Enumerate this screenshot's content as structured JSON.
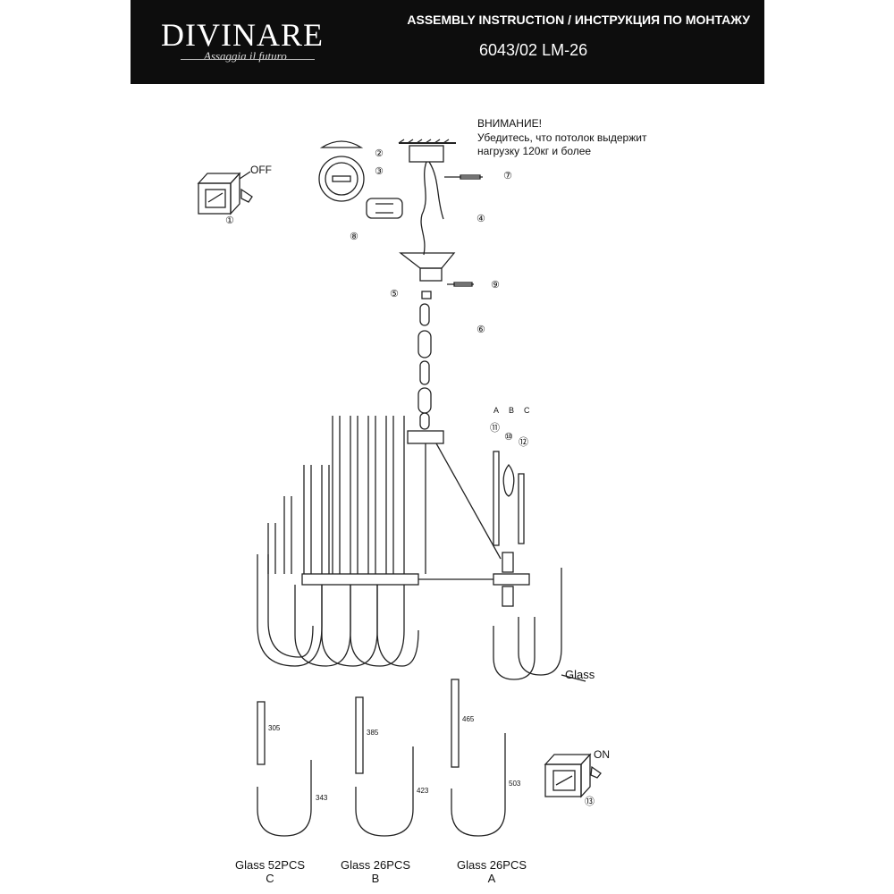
{
  "header": {
    "brand": "DIVINARE",
    "slogan": "Assaggia il futuro",
    "title": "ASSEMBLY INSTRUCTION / ИНСТРУКЦИЯ ПО МОНТАЖУ",
    "model": "6043/02 LM-26"
  },
  "warning": {
    "title": "ВНИМАНИЕ!",
    "line1": "Убедитесь, что потолок выдержит",
    "line2": "нагрузку 120кг и более"
  },
  "switch_off": {
    "label": "OFF",
    "step": "①"
  },
  "switch_on": {
    "label": "ON",
    "step": "⑬"
  },
  "steps": {
    "s2": "②",
    "s3": "③",
    "s4": "④",
    "s5": "⑤",
    "s6": "⑥",
    "s7": "⑦",
    "s8": "⑧",
    "s9": "⑨",
    "s10": "⑩",
    "s11": "⑪",
    "s12": "⑫"
  },
  "columns": {
    "a": "A",
    "b": "B",
    "c": "C"
  },
  "glass_callout": "Glass",
  "dimensions": {
    "c_rod": "305",
    "c_u": "343",
    "b_rod": "385",
    "b_u": "423",
    "a_rod": "465",
    "a_u": "503"
  },
  "parts": [
    {
      "name": "Glass 52PCS",
      "type": "C"
    },
    {
      "name": "Glass 26PCS",
      "type": "B"
    },
    {
      "name": "Glass 26PCS",
      "type": "A"
    }
  ]
}
